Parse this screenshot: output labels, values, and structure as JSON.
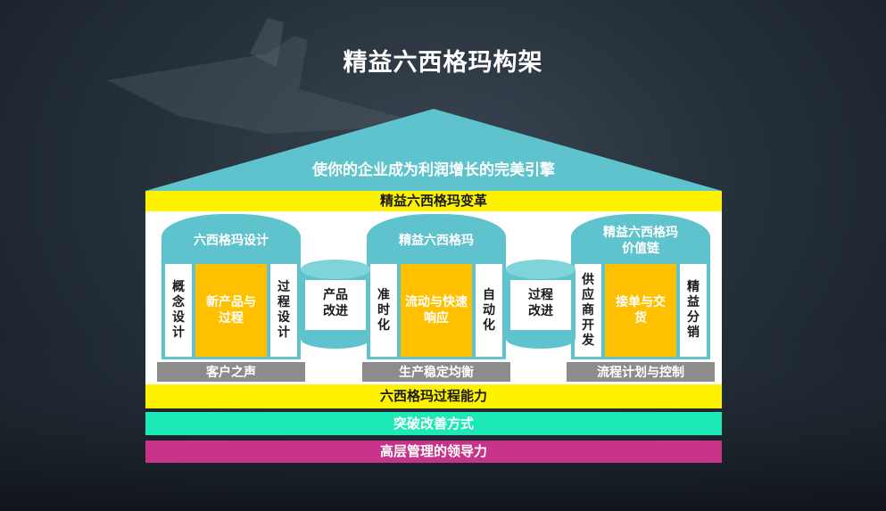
{
  "title": "精益六西格玛构架",
  "roof": "使你的企业成为利润增长的完美引擎",
  "top_band": "精益六西格玛变革",
  "pillars": [
    {
      "cap": "六西格玛设计",
      "left": "概念设计",
      "center": "新产品与过程",
      "right": "过程设计",
      "base": "客户之声"
    },
    {
      "cap": "精益六西格玛",
      "left": "准时化",
      "center": "流动与快速响应",
      "right": "自动化",
      "base": "生产稳定均衡"
    },
    {
      "cap": "精益六西格玛价值链",
      "left": "供应商开发",
      "center": "接单与交货",
      "right": "精益分销",
      "base": "流程计划与控制"
    }
  ],
  "drums": [
    "产品改进",
    "过程改进"
  ],
  "bands": [
    "六西格玛过程能力",
    "突破改善方式",
    "高层管理的领导力"
  ],
  "colors": {
    "teal": "#5ec3cc",
    "yellow": "#fff200",
    "orange": "#ffc000",
    "green": "#1de9b6",
    "magenta": "#c8338a",
    "gray": "#8c8c8c"
  }
}
